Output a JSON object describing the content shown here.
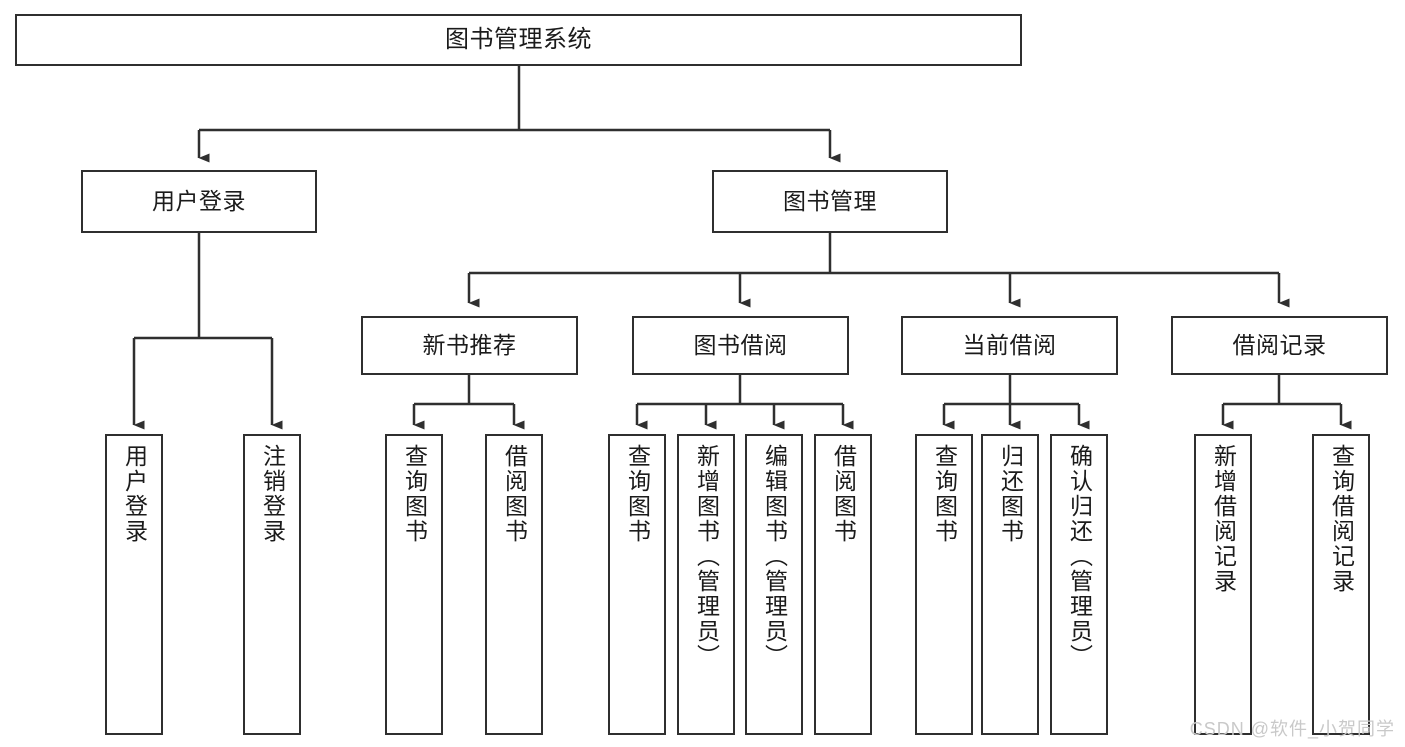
{
  "diagram": {
    "type": "hierarchy-tree",
    "title": "图书管理系统",
    "watermark": "CSDN @软件_小贺同学",
    "colors": {
      "box_border": "#2f2f2f",
      "box_fill": "#ffffff",
      "connector": "#2f2f2f",
      "text": "#1b1b1b",
      "watermark": "#c9c9c9"
    },
    "nodes": {
      "root": {
        "label": "图书管理系统",
        "level": 1,
        "orientation": "horizontal"
      },
      "l2": [
        {
          "id": "user-login",
          "label": "用户登录",
          "level": 2,
          "orientation": "horizontal"
        },
        {
          "id": "book-manage",
          "label": "图书管理",
          "level": 2,
          "orientation": "horizontal"
        }
      ],
      "l3": [
        {
          "id": "new-book-rec",
          "label": "新书推荐",
          "level": 3,
          "orientation": "horizontal"
        },
        {
          "id": "book-borrow",
          "label": "图书借阅",
          "level": 3,
          "orientation": "horizontal"
        },
        {
          "id": "current-borrow",
          "label": "当前借阅",
          "level": 3,
          "orientation": "horizontal"
        },
        {
          "id": "borrow-record",
          "label": "借阅记录",
          "level": 3,
          "orientation": "horizontal"
        }
      ],
      "leaves": [
        {
          "id": "leaf-user-login",
          "label": "用户登录",
          "parent": "user-login",
          "orientation": "vertical"
        },
        {
          "id": "leaf-user-logout",
          "label": "注销登录",
          "parent": "user-login",
          "orientation": "vertical"
        },
        {
          "id": "leaf-rec-query",
          "label": "查询图书",
          "parent": "new-book-rec",
          "orientation": "vertical"
        },
        {
          "id": "leaf-rec-borrow",
          "label": "借阅图书",
          "parent": "new-book-rec",
          "orientation": "vertical"
        },
        {
          "id": "leaf-borrow-query",
          "label": "查询图书",
          "parent": "book-borrow",
          "orientation": "vertical"
        },
        {
          "id": "leaf-borrow-add",
          "label": "新增图书（管理员）",
          "parent": "book-borrow",
          "orientation": "vertical"
        },
        {
          "id": "leaf-borrow-edit",
          "label": "编辑图书（管理员）",
          "parent": "book-borrow",
          "orientation": "vertical"
        },
        {
          "id": "leaf-borrow-lend",
          "label": "借阅图书",
          "parent": "book-borrow",
          "orientation": "vertical"
        },
        {
          "id": "leaf-cur-query",
          "label": "查询图书",
          "parent": "current-borrow",
          "orientation": "vertical"
        },
        {
          "id": "leaf-cur-return",
          "label": "归还图书",
          "parent": "current-borrow",
          "orientation": "vertical"
        },
        {
          "id": "leaf-cur-confirm",
          "label": "确认归还（管理员）",
          "parent": "current-borrow",
          "orientation": "vertical"
        },
        {
          "id": "leaf-rec-add",
          "label": "新增借阅记录",
          "parent": "borrow-record",
          "orientation": "vertical"
        },
        {
          "id": "leaf-rec-search",
          "label": "查询借阅记录",
          "parent": "borrow-record",
          "orientation": "vertical"
        }
      ]
    }
  }
}
